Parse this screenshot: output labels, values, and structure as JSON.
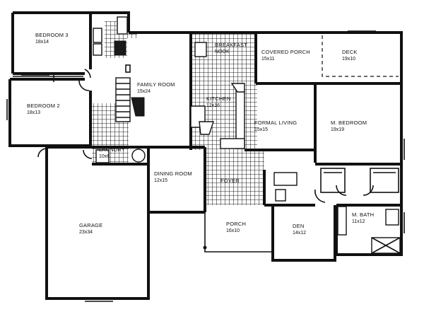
{
  "rooms": [
    {
      "id": "bedroom-3",
      "name": "BEDROOM 3",
      "dim": "18x14"
    },
    {
      "id": "bedroom-2",
      "name": "BEDROOM 2",
      "dim": "18x13"
    },
    {
      "id": "family-room",
      "name": "FAMILY ROOM",
      "dim": "15x24"
    },
    {
      "id": "breakfast-nook",
      "name": "BREAKFAST",
      "dim": "NOOK"
    },
    {
      "id": "covered-porch",
      "name": "COVERED PORCH",
      "dim": "15x11"
    },
    {
      "id": "deck",
      "name": "DECK",
      "dim": "19x10"
    },
    {
      "id": "kitchen",
      "name": "KITCHEN",
      "dim": "12x16"
    },
    {
      "id": "formal-living",
      "name": "FORMAL LIVING",
      "dim": "15x15"
    },
    {
      "id": "m-bedroom",
      "name": "M. BEDROOM",
      "dim": "19x19"
    },
    {
      "id": "laundry",
      "name": "LAUNDRY",
      "dim": "10x6"
    },
    {
      "id": "dining-room",
      "name": "DINING ROOM",
      "dim": "12x15"
    },
    {
      "id": "foyer",
      "name": "FOYER",
      "dim": ""
    },
    {
      "id": "garage",
      "name": "GARAGE",
      "dim": "23x34"
    },
    {
      "id": "porch",
      "name": "PORCH",
      "dim": "16x10"
    },
    {
      "id": "den",
      "name": "DEN",
      "dim": "14x12"
    },
    {
      "id": "m-bath",
      "name": "M. BATH",
      "dim": "11x12"
    }
  ]
}
